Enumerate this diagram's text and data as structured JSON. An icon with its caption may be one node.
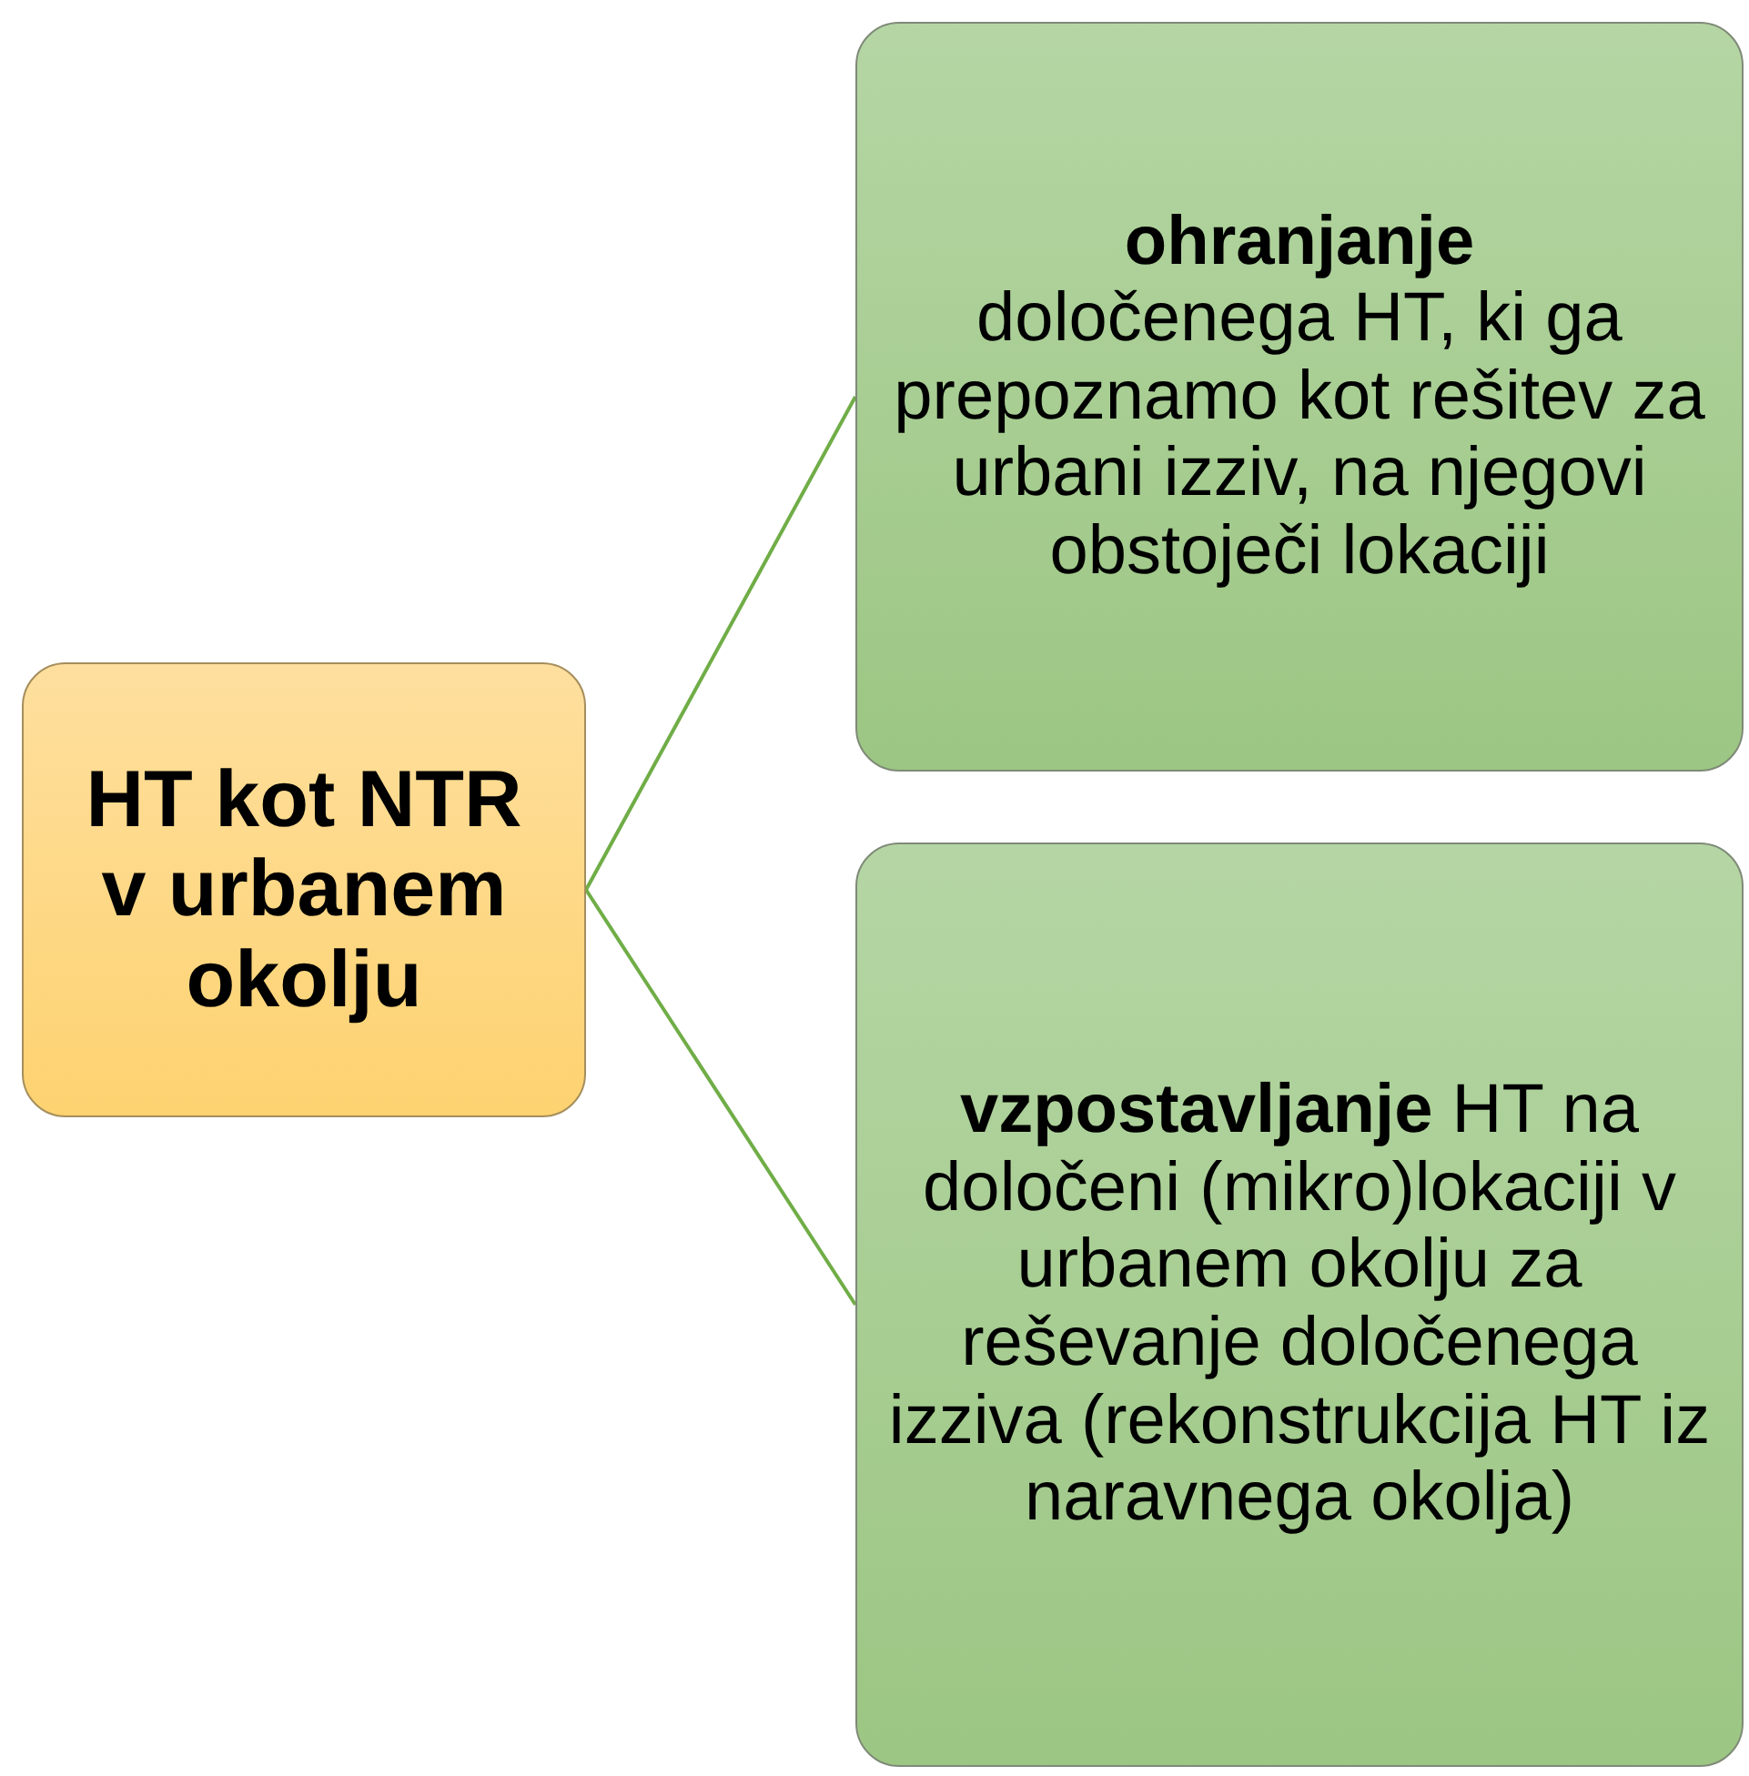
{
  "diagram": {
    "nodes": [
      {
        "text": [
          "HT kot NTR v urbanem okolju"
        ]
      },
      {
        "text": [
          "ohranjanje",
          "določenega HT, ki ga prepoznamo kot rešitev za urbani izziv, na njegovi obstoječi lokaciji"
        ]
      },
      {
        "text": [
          "**vzpostavljanje** HT na določeni (mikro)lokaciji v urbanem okolju za reševanje določenega izziva (rekonstrukcija HT iz naravnega okolja)"
        ]
      }
    ],
    "edges": [
      {
        "from": 0,
        "to": 1,
        "arrow": "none"
      },
      {
        "from": 0,
        "to": 2,
        "arrow": "none"
      }
    ]
  }
}
